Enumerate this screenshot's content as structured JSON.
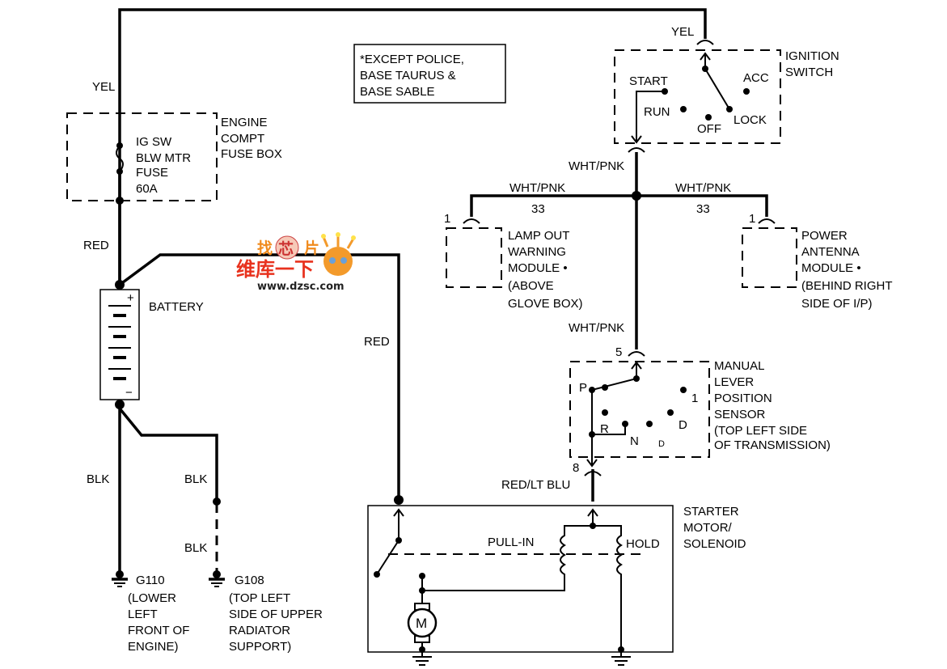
{
  "note": {
    "lines": [
      "*EXCEPT POLICE,",
      "BASE TAURUS &",
      "BASE SABLE"
    ]
  },
  "wires": {
    "yel_top": "YEL",
    "yel_left": "YEL",
    "red_battery": "RED",
    "red_starter": "RED",
    "wht_pnk_switch": "WHT/PNK",
    "wht_pnk_left": "WHT/PNK",
    "wht_pnk_right": "WHT/PNK",
    "wht_pnk_lower": "WHT/PNK",
    "circuit_left": "33",
    "circuit_right": "33",
    "blk_main": "BLK",
    "blk_g108_upper": "BLK",
    "blk_g108_lower": "BLK",
    "red_lt_blu": "RED/LT BLU"
  },
  "ignition_switch": {
    "label": [
      "IGNITION",
      "SWITCH"
    ],
    "positions": {
      "start": "START",
      "acc": "ACC",
      "run": "RUN",
      "off": "OFF",
      "lock": "LOCK"
    }
  },
  "fuse_box": {
    "label": [
      "ENGINE",
      "COMPT",
      "FUSE BOX"
    ],
    "fuse": [
      "IG SW",
      "BLW MTR",
      "FUSE",
      "60A"
    ]
  },
  "battery": {
    "label": "BATTERY",
    "plus": "+",
    "minus": "−"
  },
  "lamp_out_module": {
    "pin": "1",
    "label": [
      "LAMP OUT",
      "WARNING",
      "MODULE  •",
      "(ABOVE",
      "GLOVE BOX)"
    ]
  },
  "power_antenna_module": {
    "pin": "1",
    "label": [
      "POWER",
      "ANTENNA",
      "MODULE  •",
      "(BEHIND RIGHT",
      "SIDE OF I/P)"
    ]
  },
  "mlps": {
    "pin_in": "5",
    "pin_out": "8",
    "label": [
      "MANUAL",
      "LEVER",
      "POSITION",
      "SENSOR",
      "(TOP LEFT SIDE",
      "OF TRANSMISSION)"
    ],
    "positions": {
      "p": "P",
      "r": "R",
      "n": "N",
      "d": "D",
      "d_small": "D",
      "one": "1"
    }
  },
  "starter": {
    "label": [
      "STARTER",
      "MOTOR/",
      "SOLENOID"
    ],
    "pull_in": "PULL-IN",
    "hold": "HOLD",
    "motor": "M"
  },
  "grounds": {
    "g110": {
      "id": "G110",
      "desc": [
        "(LOWER",
        "LEFT",
        "FRONT OF",
        "ENGINE)"
      ]
    },
    "g108": {
      "id": "G108",
      "desc": [
        "(TOP LEFT",
        "SIDE OF UPPER",
        "RADIATOR",
        "SUPPORT)"
      ]
    }
  },
  "watermark": {
    "text": "找芯片 维库一下 www.dzsc.com",
    "colors": {
      "orange": "#f08a1c",
      "red": "#e8321e"
    }
  }
}
